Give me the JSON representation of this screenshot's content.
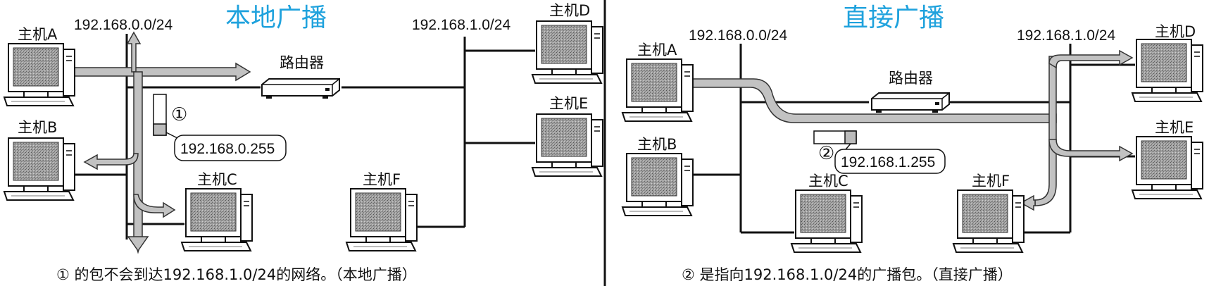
{
  "left_panel": {
    "title": "本地广播",
    "network_a": "192.168.0.0/24",
    "network_b": "192.168.1.0/24",
    "router": "路由器",
    "hosts": {
      "A": "主机A",
      "B": "主机B",
      "C": "主机C",
      "D": "主机D",
      "E": "主机E",
      "F": "主机F"
    },
    "packet_marker": "①",
    "packet_address": "192.168.0.255",
    "caption": "① 的包不会到达192.168.1.0/24的网络。（本地广播）"
  },
  "right_panel": {
    "title": "直接广播",
    "network_a": "192.168.0.0/24",
    "network_b": "192.168.1.0/24",
    "router": "路由器",
    "hosts": {
      "A": "主机A",
      "B": "主机B",
      "C": "主机C",
      "D": "主机D",
      "E": "主机E",
      "F": "主机F"
    },
    "packet_marker": "②",
    "packet_address": "192.168.1.255",
    "caption": "② 是指向192.168.1.0/24的广播包。（直接广播）"
  },
  "colors": {
    "title": "#1fa2dd",
    "line": "#111111",
    "arrow_fill": "#bdbdbd",
    "screen": "#9a9a9a"
  },
  "icons": {
    "host": "computer-icon",
    "router": "router-icon"
  }
}
